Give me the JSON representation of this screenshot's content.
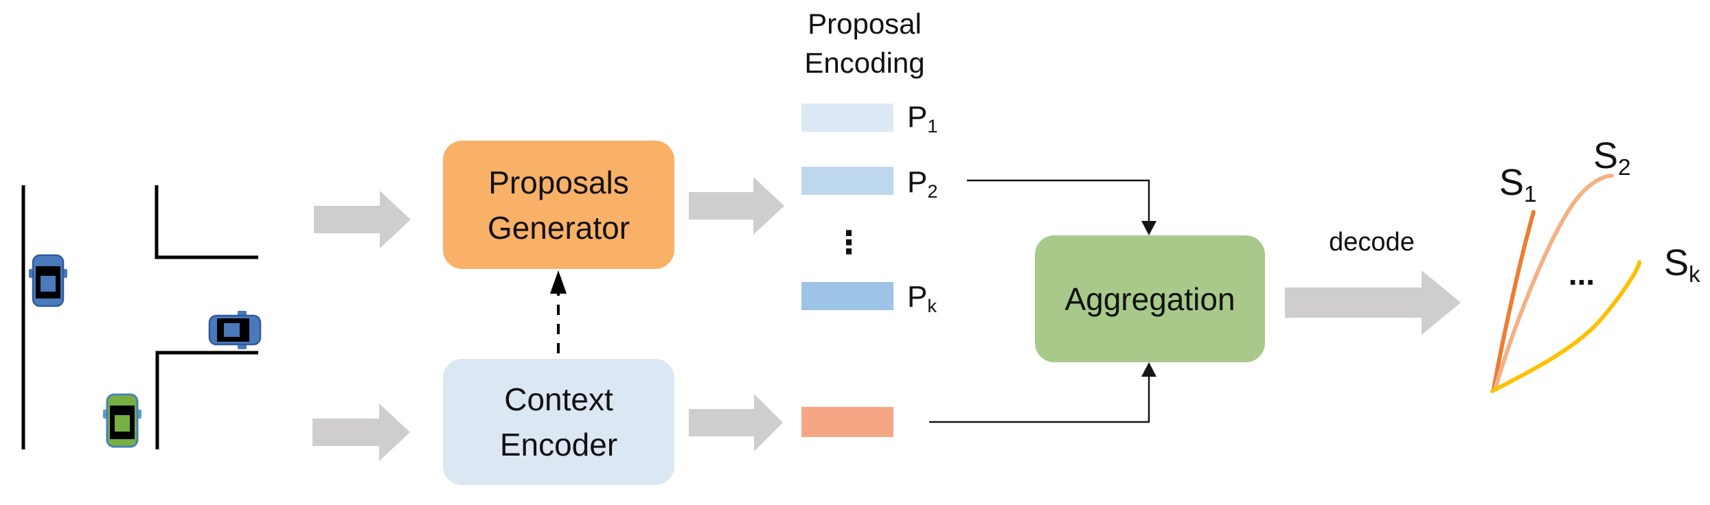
{
  "scene": {
    "road_color": "#000000",
    "cars": [
      {
        "name": "blue-car-left-lane",
        "color": "#4A79BC",
        "border": "#2E5B9A",
        "orientation": "up"
      },
      {
        "name": "blue-car-side-road",
        "color": "#4A79BC",
        "border": "#2E5B9A",
        "orientation": "right"
      },
      {
        "name": "green-car-left-lane",
        "color": "#76B043",
        "border": "#4C7FB5",
        "orientation": "up"
      }
    ]
  },
  "flow": {
    "arrow_color": "#CFCDCD",
    "boxes": {
      "proposals_generator": {
        "label": "Proposals Generator",
        "fill": "#F9B167"
      },
      "context_encoder": {
        "label": "Context Encoder",
        "fill": "#DBE7F3"
      },
      "aggregation": {
        "label": "Aggregation",
        "fill": "#A8C98A"
      }
    }
  },
  "encoding": {
    "title": "Proposal Encoding",
    "items": [
      {
        "base": "P",
        "sub": "1",
        "color": "#DCE9F5"
      },
      {
        "base": "P",
        "sub": "2",
        "color": "#BDD7EE"
      },
      {
        "base": "P",
        "sub": "k",
        "color": "#9DC3E6"
      }
    ],
    "ellipsis": "⋮",
    "context_bar_color": "#F7A684"
  },
  "decode": {
    "label": "decode"
  },
  "trajectories": {
    "ellipsis": "...",
    "items": [
      {
        "base": "S",
        "sub": "1",
        "color": "#ED7D31"
      },
      {
        "base": "S",
        "sub": "2",
        "color": "#F4B183"
      },
      {
        "base": "S",
        "sub": "k",
        "color": "#FFC000"
      }
    ]
  }
}
